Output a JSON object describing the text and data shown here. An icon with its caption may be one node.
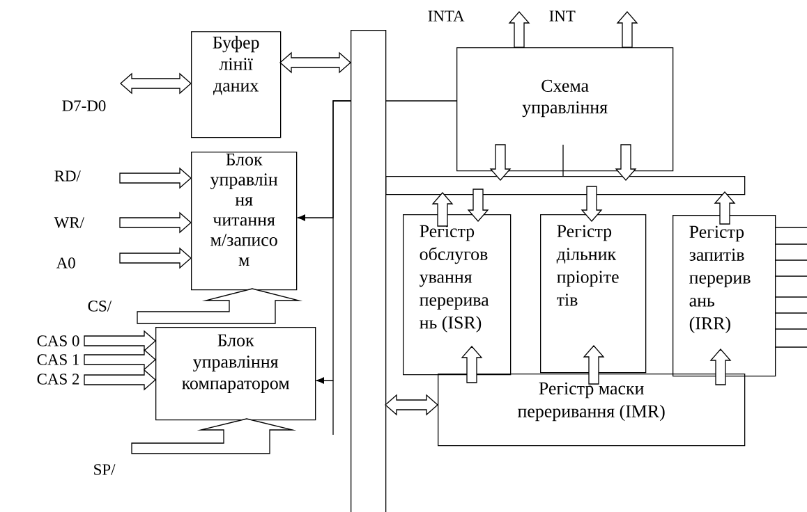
{
  "diagram": {
    "nodes": [
      {
        "text": [
          "Буфер лінії даних"
        ]
      },
      {
        "text": [
          "Блок управлін ня читання м/записо м"
        ]
      },
      {
        "text": [
          "Блок управління компаратором"
        ]
      },
      {
        "text": [
          "Схема управління"
        ]
      },
      {
        "text": [
          "Регістр обслугов ування перерива нь (ISR)"
        ]
      },
      {
        "text": [
          "Регістр дільник пріоріте тів"
        ]
      },
      {
        "text": [
          "Регістр запитів перерив ань (IRR)"
        ]
      },
      {
        "text": [
          "Регістр маски переривання (IMR)"
        ]
      },
      {
        "text": [],
        "shape": "bar"
      },
      {
        "text": [],
        "shape": "bar"
      }
    ],
    "edges": [
      {
        "from": null,
        "to": 0,
        "arrow": "both",
        "style": "thick"
      },
      {
        "from": 0,
        "to": 8,
        "arrow": "both",
        "style": "thick"
      },
      {
        "from": null,
        "to": 1,
        "arrow": "to",
        "style": "thick"
      },
      {
        "from": null,
        "to": 1,
        "arrow": "to",
        "style": "thick"
      },
      {
        "from": null,
        "to": 1,
        "arrow": "to",
        "style": "thick"
      },
      {
        "from": null,
        "to": 1,
        "arrow": "to",
        "style": "thick"
      },
      {
        "from": null,
        "to": 2,
        "arrow": "to",
        "style": "thick"
      },
      {
        "from": null,
        "to": 2,
        "arrow": "to",
        "style": "thick"
      },
      {
        "from": null,
        "to": 2,
        "arrow": "to",
        "style": "thick"
      },
      {
        "from": null,
        "to": 2,
        "arrow": "to",
        "style": "thick"
      },
      {
        "from": 8,
        "to": 1,
        "arrow": "to"
      },
      {
        "from": 8,
        "to": 2,
        "arrow": "to"
      },
      {
        "from": 8,
        "to": 3,
        "arrow": "none"
      },
      {
        "from": 3,
        "to": null,
        "arrow": "to",
        "style": "thick"
      },
      {
        "from": 3,
        "to": null,
        "arrow": "to",
        "style": "thick"
      },
      {
        "from": 3,
        "to": 9,
        "arrow": "to",
        "style": "thick"
      },
      {
        "from": 3,
        "to": 9,
        "arrow": "to",
        "style": "thick"
      },
      {
        "from": 3,
        "to": 9,
        "arrow": "none"
      },
      {
        "from": 4,
        "to": 9,
        "arrow": "to",
        "style": "thick"
      },
      {
        "from": 9,
        "to": 4,
        "arrow": "to",
        "style": "thick"
      },
      {
        "from": 9,
        "to": 5,
        "arrow": "to",
        "style": "thick"
      },
      {
        "from": 6,
        "to": 9,
        "arrow": "to",
        "style": "thick"
      },
      {
        "from": 7,
        "to": 4,
        "arrow": "to",
        "style": "thick"
      },
      {
        "from": 7,
        "to": 5,
        "arrow": "to",
        "style": "thick"
      },
      {
        "from": 7,
        "to": 6,
        "arrow": "to",
        "style": "thick"
      },
      {
        "from": 8,
        "to": 7,
        "arrow": "both",
        "style": "thick"
      },
      {
        "from": null,
        "to": 6,
        "arrow": "none"
      },
      {
        "from": null,
        "to": 6,
        "arrow": "none"
      },
      {
        "from": null,
        "to": 6,
        "arrow": "none"
      },
      {
        "from": null,
        "to": 6,
        "arrow": "none"
      },
      {
        "from": null,
        "to": 6,
        "arrow": "none"
      },
      {
        "from": null,
        "to": 6,
        "arrow": "none"
      },
      {
        "from": null,
        "to": 6,
        "arrow": "none"
      },
      {
        "from": null,
        "to": 6,
        "arrow": "none"
      }
    ],
    "labels": [
      "INTA",
      "INT",
      "D7-D0",
      "RD/",
      "WR/",
      "A0",
      "CS/",
      "CAS 0",
      "CAS 1",
      "CAS 2",
      "SP/"
    ]
  }
}
